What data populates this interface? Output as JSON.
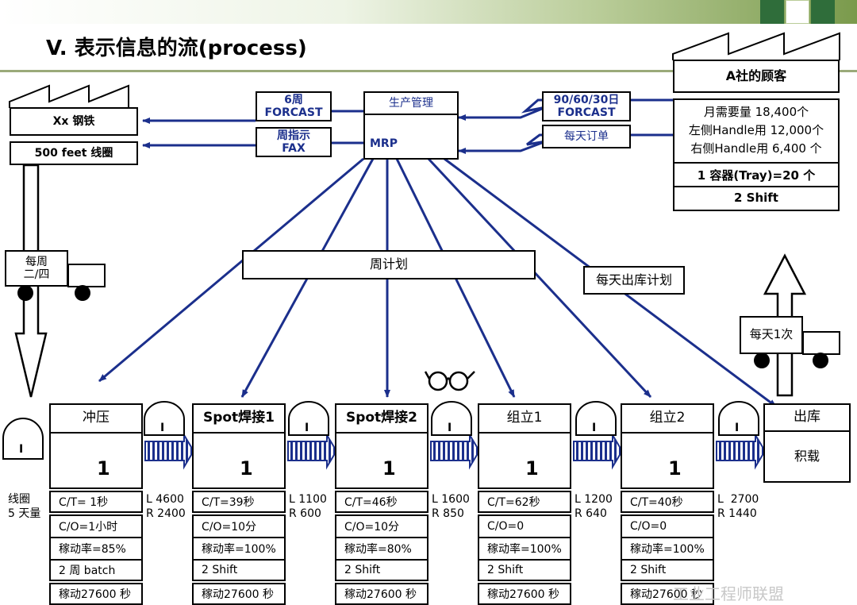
{
  "title": "V. 表示信息的流(process)",
  "supplier": {
    "name": "Xx 钢铁",
    "part": "500 feet 线圈"
  },
  "supplier_truck": {
    "label": "每周\n二/四"
  },
  "info_boxes": {
    "forecast_to_supplier": "6周\nFORCAST",
    "fax_to_supplier": "周指示\nFAX",
    "production_control": "生产管理",
    "mrp": "MRP",
    "customer_forecast": "90/60/30日\nFORCAST",
    "daily_order": "每天订单",
    "weekly_plan": "周计划",
    "daily_ship_plan": "每天出库计划"
  },
  "customer": {
    "name": "A社的顾客",
    "demand_lines": [
      "月需要量 18,400个",
      "左侧Handle用 12,000个",
      "右侧Handle用  6,400 个"
    ],
    "container": "1 容器(Tray)=20 个",
    "shift": "2 Shift"
  },
  "customer_truck": {
    "label": "每天1次"
  },
  "inventory_symbol": "I",
  "operator_count": "1",
  "raw_inventory": {
    "label": "线圈\n5 天量"
  },
  "processes": [
    {
      "name": "冲压",
      "data": [
        "C/T= 1秒",
        "C/O=1小时",
        "稼动率=85%",
        "2 周 batch",
        "稼动27600 秒"
      ],
      "inv": "L 4600\nR 2400"
    },
    {
      "name": "Spot焊接1",
      "data": [
        "C/T=39秒",
        "C/O=10分",
        "稼动率=100%",
        "2 Shift",
        "稼动27600 秒"
      ],
      "inv": "L 1100\nR 600"
    },
    {
      "name": "Spot焊接2",
      "data": [
        "C/T=46秒",
        "C/O=10分",
        "稼动率=80%",
        "2 Shift",
        "稼动27600 秒"
      ],
      "inv": "L 1600\nR 850"
    },
    {
      "name": "组立1",
      "data": [
        "C/T=62秒",
        "C/O=0",
        "稼动率=100%",
        "2 Shift",
        "稼动27600 秒"
      ],
      "inv": "L 1200\nR 640"
    },
    {
      "name": "组立2",
      "data": [
        "C/T=40秒",
        "C/O=0",
        "稼动率=100%",
        "2 Shift",
        "稼动27600 秒"
      ],
      "inv": "L  2700\nR 1440"
    }
  ],
  "shipping": {
    "name": "出库",
    "sub": "积载"
  },
  "watermark": "工业工程师联盟"
}
